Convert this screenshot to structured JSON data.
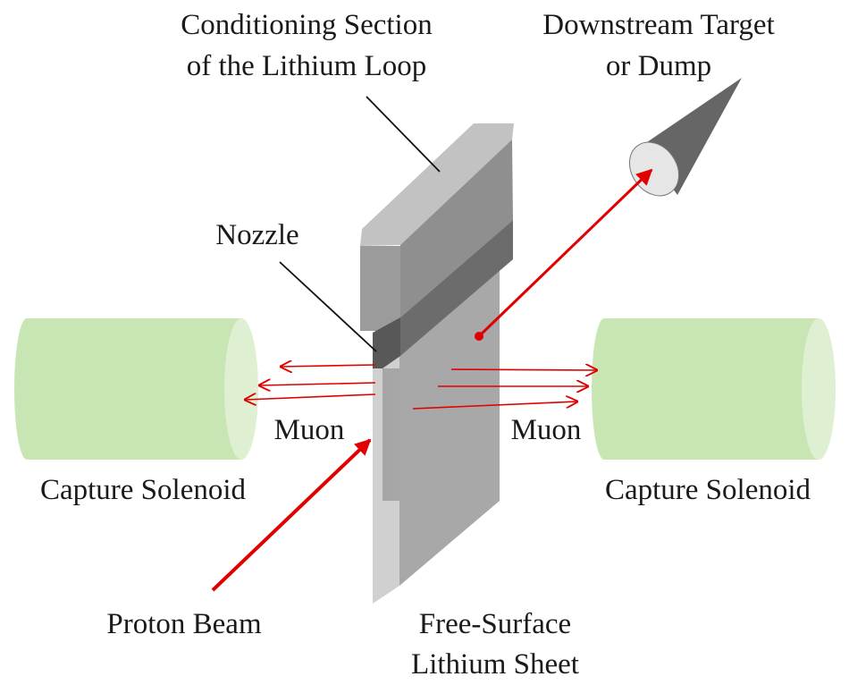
{
  "labels": {
    "conditioning_line1": "Conditioning Section",
    "conditioning_line2": "of the Lithium Loop",
    "downstream_line1": "Downstream Target",
    "downstream_line2": "or Dump",
    "nozzle": "Nozzle",
    "muon_left": "Muon",
    "muon_right": "Muon",
    "capture_left": "Capture Solenoid",
    "capture_right": "Capture Solenoid",
    "proton_beam": "Proton Beam",
    "sheet_line1": "Free-Surface",
    "sheet_line2": "Lithium Sheet"
  },
  "colors": {
    "solenoid_fill": "#c8e6b4",
    "solenoid_face": "#dff0d2",
    "beam_red": "#e00000",
    "block_light": "#a9a9a9",
    "block_mid": "#8c8c8c",
    "block_dark": "#6e6e6e",
    "cone": "#666666",
    "cone_face": "#e6e6e6"
  }
}
